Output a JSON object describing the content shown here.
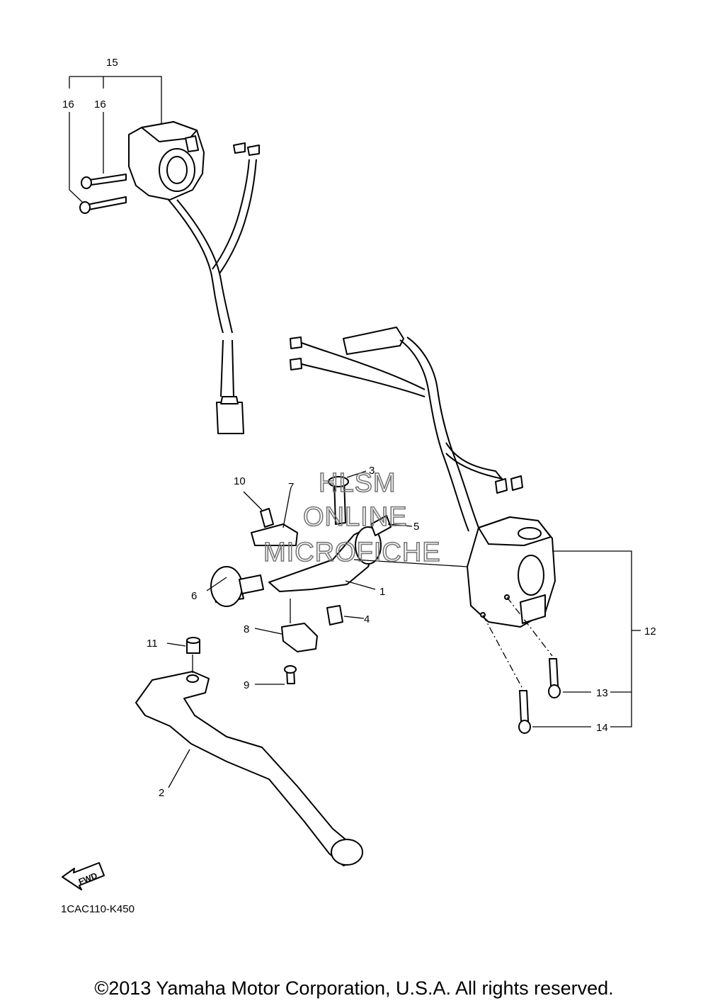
{
  "diagram_code": "1CAC110-K450",
  "fwd_label": "FWD",
  "copyright": "©2013 Yamaha Motor Corporation, U.S.A. All rights reserved.",
  "watermark": {
    "line1": "HLSM",
    "line2": "ONLINE",
    "line3": "MICROFICHE"
  },
  "callouts": {
    "c1": "1",
    "c2": "2",
    "c3": "3",
    "c4": "4",
    "c5": "5",
    "c6": "6",
    "c7": "7",
    "c8": "8",
    "c9": "9",
    "c10": "10",
    "c11": "11",
    "c12": "12",
    "c13": "13",
    "c14": "14",
    "c15": "15",
    "c16a": "16",
    "c16b": "16"
  }
}
